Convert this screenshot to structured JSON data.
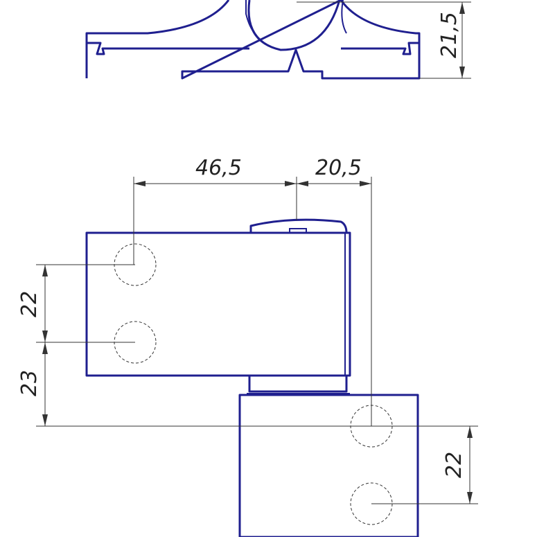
{
  "drawing": {
    "dimensions": {
      "top_height": "21,5",
      "horiz_hole_to_pin": "46,5",
      "horiz_pin_to_hole": "20,5",
      "left_hole_spacing": "22",
      "left_offset": "23",
      "right_hole_spacing": "22"
    },
    "colors": {
      "outline": "#1f1f8f",
      "dimension_lines": "#333333",
      "background": "#ffffff"
    }
  }
}
